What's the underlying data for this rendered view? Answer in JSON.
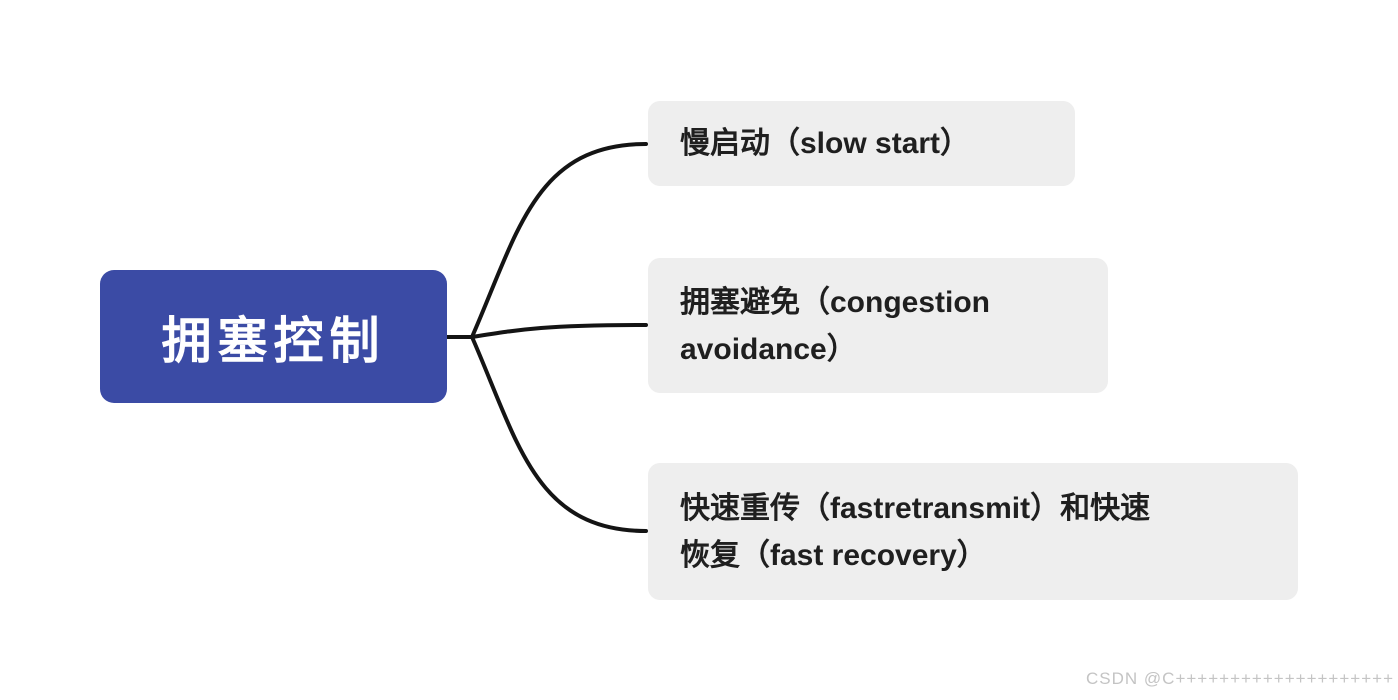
{
  "mindmap": {
    "root": {
      "label": "拥塞控制",
      "bg_color": "#3b4ba5",
      "text_color": "#ffffff"
    },
    "children": [
      {
        "label": "慢启动（slow start）",
        "lines": [
          "慢启动（slow start）"
        ]
      },
      {
        "label": "拥塞避免（congestion avoidance）",
        "lines": [
          "拥塞避免（congestion",
          "avoidance）"
        ]
      },
      {
        "label": "快速重传（fastretransmit）和快速恢复（fast recovery）",
        "lines": [
          "快速重传（fastretransmit）和快速",
          "恢复（fast recovery）"
        ]
      }
    ],
    "child_bg_color": "#eeeeee",
    "child_text_color": "#1f1f1f",
    "connector_color": "#141414"
  },
  "watermark": {
    "text": "CSDN @C++++++++++++++++++++",
    "color": "#c4c4c4"
  }
}
